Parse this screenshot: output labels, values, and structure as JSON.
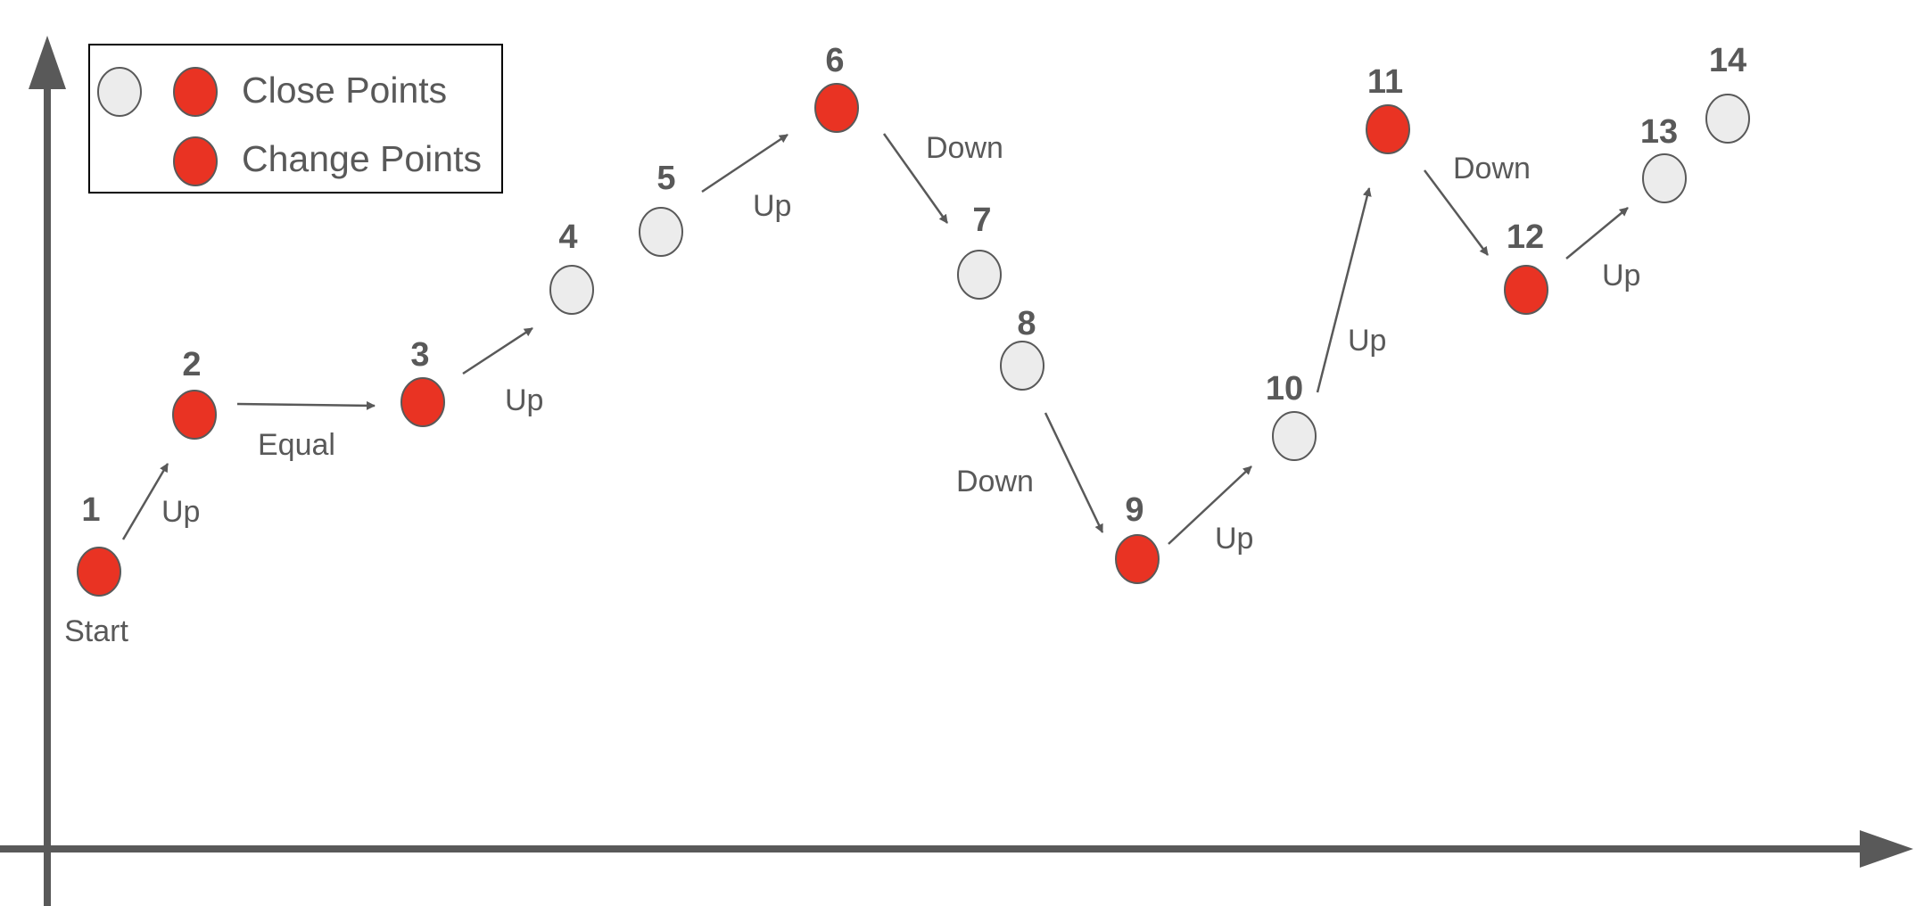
{
  "colors": {
    "close_point": "#ececec",
    "change_point": "#e93323",
    "ink": "#595959"
  },
  "legend": {
    "close_label": "Close Points",
    "change_label": "Change Points"
  },
  "points": [
    {
      "num": "1",
      "type": "change"
    },
    {
      "num": "2",
      "type": "change"
    },
    {
      "num": "3",
      "type": "change"
    },
    {
      "num": "4",
      "type": "close"
    },
    {
      "num": "5",
      "type": "close"
    },
    {
      "num": "6",
      "type": "change"
    },
    {
      "num": "7",
      "type": "close"
    },
    {
      "num": "8",
      "type": "close"
    },
    {
      "num": "9",
      "type": "change"
    },
    {
      "num": "10",
      "type": "close"
    },
    {
      "num": "11",
      "type": "change"
    },
    {
      "num": "12",
      "type": "change"
    },
    {
      "num": "13",
      "type": "close"
    },
    {
      "num": "14",
      "type": "close"
    }
  ],
  "start_label": "Start",
  "transitions": [
    {
      "from": "1",
      "to": "2",
      "label": "Up"
    },
    {
      "from": "2",
      "to": "3",
      "label": "Equal"
    },
    {
      "from": "3",
      "to": "4",
      "label": "Up"
    },
    {
      "from": "5",
      "to": "6",
      "label": "Up"
    },
    {
      "from": "6",
      "to": "7",
      "label": "Down"
    },
    {
      "from": "8",
      "to": "9",
      "label": "Down"
    },
    {
      "from": "9",
      "to": "10",
      "label": "Up"
    },
    {
      "from": "10",
      "to": "11",
      "label": "Up"
    },
    {
      "from": "11",
      "to": "12",
      "label": "Down"
    },
    {
      "from": "12",
      "to": "13",
      "label": "Up"
    }
  ]
}
